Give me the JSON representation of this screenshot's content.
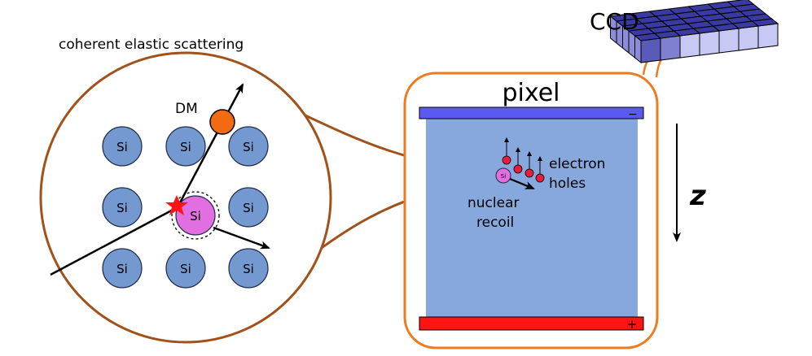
{
  "title": "coherent elastic scattering",
  "labels": {
    "dm": "DM",
    "ccd": "CCD",
    "pixel": "pixel",
    "electron": "electron",
    "holes": "holes",
    "nuclear": "nuclear",
    "recoil": "recoil",
    "z_axis": "z",
    "minus": "−",
    "plus": "+",
    "si_small": "Si"
  },
  "lattice": {
    "atom_label": "Si",
    "center_atom_label": "Si"
  },
  "colors": {
    "circle_outline": "#a0521a",
    "pixel_outline": "#f07a1e",
    "atom_fill": "#7498d0",
    "center_atom_fill": "#e26fe2",
    "dm_particle": "#f26a12",
    "pixel_fill": "#87a8dc",
    "top_electrode": "#5a5af0",
    "bottom_electrode": "#ff1414",
    "charge": "#e81c3c",
    "ccd_top": "#3a3aa0",
    "ccd_side": "#c8c8f4",
    "star": "#ff1414"
  },
  "icons": {
    "star": "star-icon",
    "charge": "charge-plus-icon",
    "arrow": "arrow-icon"
  }
}
